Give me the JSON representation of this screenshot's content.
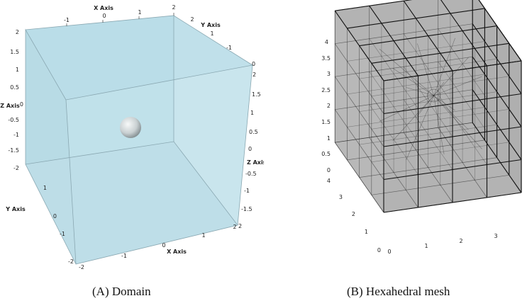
{
  "panel_a": {
    "caption": "(A) Domain",
    "axes": {
      "x_title": "X Axis",
      "y_title": "Y Axis",
      "z_title": "Z Axis"
    },
    "top_x_ticks": [
      "-1",
      "0",
      "1",
      "2"
    ],
    "top_y_ticks": [
      "-1",
      "0",
      "1",
      "2"
    ],
    "left_z_ticks": [
      "2",
      "1.5",
      "1",
      "0.5",
      "0",
      "-0.5",
      "-1",
      "-1.5",
      "-2"
    ],
    "left_y_ticks": [
      "1",
      "0",
      "-1",
      "-2"
    ],
    "right_z_ticks": [
      "2",
      "1.5",
      "1",
      "0.5",
      "0",
      "-0.5",
      "-1",
      "-1.5",
      "2"
    ],
    "bottom_x_ticks": [
      "-2",
      "-1",
      "0",
      "1",
      "2"
    ],
    "colors": {
      "box_fill": "#bfe0ea",
      "sphere": "#cfd5d6"
    }
  },
  "panel_b": {
    "caption": "(B) Hexahedral mesh",
    "z_ticks": [
      "4",
      "3.5",
      "3",
      "2.5",
      "2",
      "1.5",
      "1",
      "0.5",
      "0"
    ],
    "y_ticks": [
      "4",
      "3",
      "2",
      "1",
      "0"
    ],
    "x_ticks": [
      "0",
      "1",
      "2",
      "3"
    ],
    "colors": {
      "mesh_fill": "#9a9a9a",
      "mesh_line": "#111111"
    }
  }
}
